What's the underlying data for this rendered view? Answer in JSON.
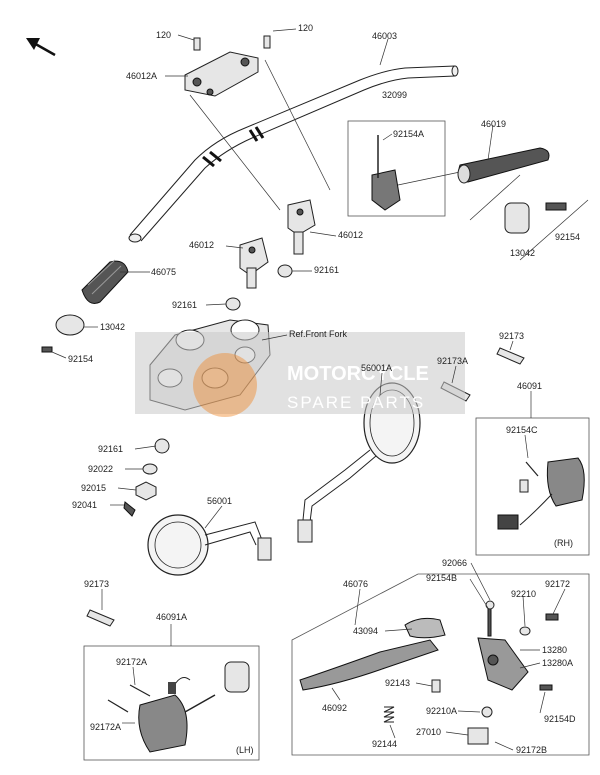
{
  "parts": {
    "p120a": "120",
    "p120b": "120",
    "p46003": "46003",
    "p46012A": "46012A",
    "p32099": "32099",
    "p92154A": "92154A",
    "p46019": "46019",
    "p13042r": "13042",
    "p92154r": "92154",
    "p46012l": "46012",
    "p46012r": "46012",
    "p46075": "46075",
    "p92161a": "92161",
    "p92161b": "92161",
    "p13042l": "13042",
    "p92154l": "92154",
    "p92161c": "92161",
    "p92022": "92022",
    "p92015": "92015",
    "p92041": "92041",
    "p56001": "56001",
    "p56001A": "56001A",
    "p92173a": "92173",
    "p92173A": "92173A",
    "p46091": "46091",
    "p92154C": "92154C",
    "p92173b": "92173",
    "p46091A": "46091A",
    "p92172Aa": "92172A",
    "p92172Ab": "92172A",
    "p46076": "46076",
    "p92066": "92066",
    "p92172": "92172",
    "p92154B": "92154B",
    "p92210": "92210",
    "p43094": "43094",
    "p13280": "13280",
    "p13280A": "13280A",
    "p92143": "92143",
    "p46092": "46092",
    "p92154D": "92154D",
    "p92210A": "92210A",
    "p27010": "27010",
    "p92144": "92144",
    "p92172B": "92172B"
  },
  "notes": {
    "front_fork": "Ref.Front Fork",
    "rh": "(RH)",
    "lh": "(LH)"
  },
  "watermark": {
    "line1": "MOTORCYCLE",
    "line2": "SPARE PARTS"
  },
  "colors": {
    "watermark_accent": "#f08a2c",
    "watermark_bg": "#c8c8c8"
  },
  "icons": {
    "direction_arrow": "arrow-up-left-icon"
  }
}
